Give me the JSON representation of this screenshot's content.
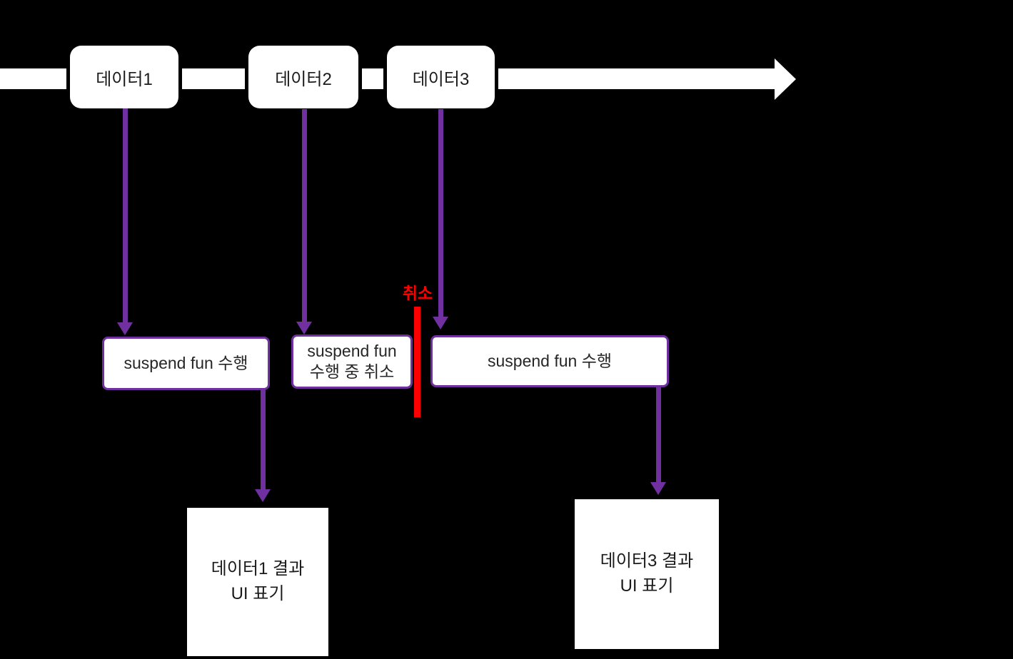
{
  "timeline": {
    "items": [
      {
        "label": "데이터1"
      },
      {
        "label": "데이터2"
      },
      {
        "label": "데이터3"
      }
    ]
  },
  "suspend": {
    "boxes": [
      {
        "lines": [
          "suspend fun 수행"
        ]
      },
      {
        "lines": [
          "suspend fun",
          "수행 중 취소"
        ]
      },
      {
        "lines": [
          "suspend fun 수행"
        ]
      }
    ]
  },
  "cancel": {
    "label": "취소"
  },
  "results": {
    "boxes": [
      {
        "lines": [
          "데이터1 결과",
          "UI 표기"
        ]
      },
      {
        "lines": [
          "데이터3 결과",
          "UI 표기"
        ]
      }
    ]
  },
  "colors": {
    "background": "#000000",
    "timeline_arrow": "#FFFFFF",
    "flow_arrow_purple": "#7030A0",
    "cancel_red": "#FF0000",
    "box_fill": "#FFFFFF",
    "text": "#1A1A1A"
  }
}
